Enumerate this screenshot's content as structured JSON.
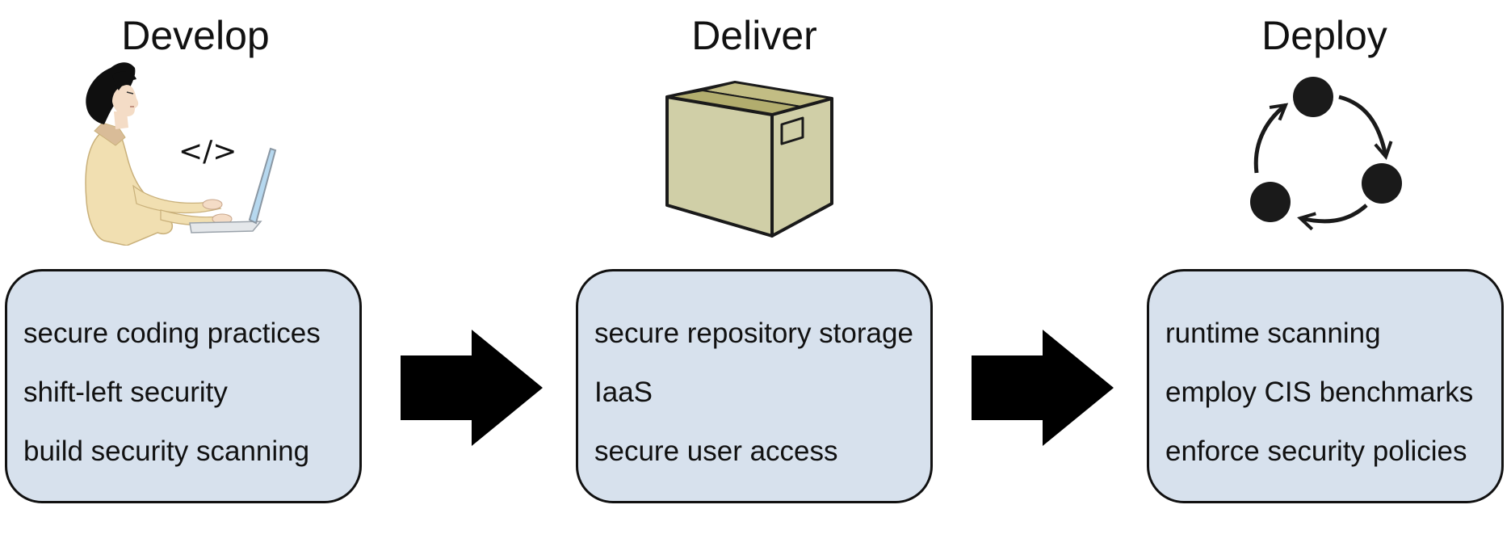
{
  "colors": {
    "box_fill": "#d7e1ed",
    "outline": "#111111",
    "arrow": "#000000",
    "cardboard": "#d0cfa7",
    "cardboard_tape": "#b2ad6e",
    "sweater": "#f1dfb1",
    "skin": "#f4dcc6"
  },
  "stages": [
    {
      "title": "Develop",
      "icon": "developer-laptop-icon",
      "code_glyph": "</>",
      "items": [
        "secure coding practices",
        "shift-left security",
        "build security scanning"
      ]
    },
    {
      "title": "Deliver",
      "icon": "package-box-icon",
      "items": [
        "secure repository storage",
        "IaaS",
        "secure user access"
      ]
    },
    {
      "title": "Deploy",
      "icon": "cycle-icon",
      "items": [
        "runtime scanning",
        "employ CIS benchmarks",
        "enforce security policies"
      ]
    }
  ],
  "flow_arrows": [
    "right-arrow-icon",
    "right-arrow-icon"
  ]
}
